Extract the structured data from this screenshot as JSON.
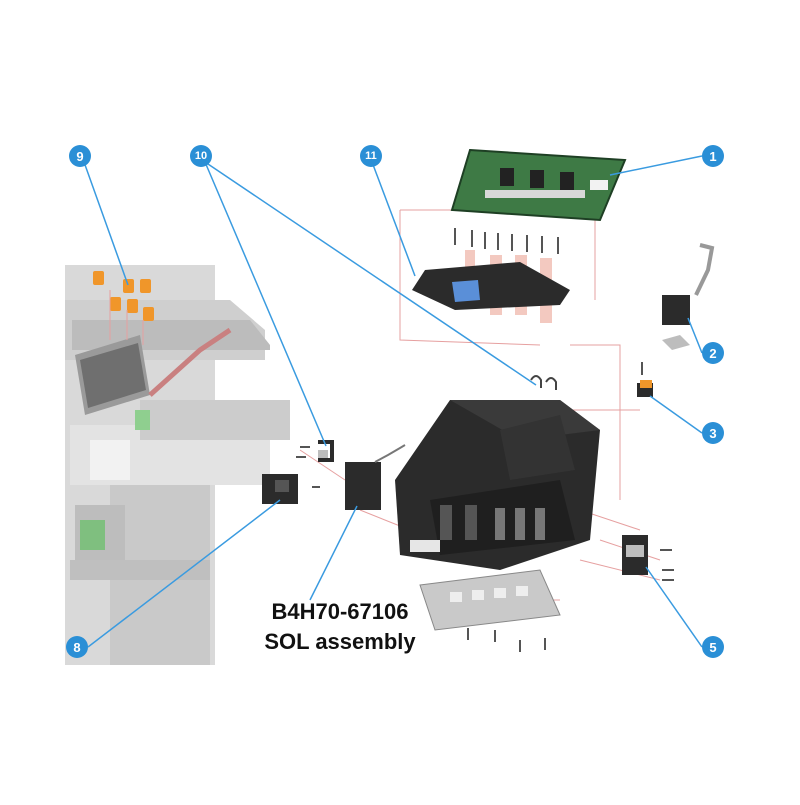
{
  "diagram": {
    "callouts": [
      "1",
      "2",
      "3",
      "5",
      "8",
      "9",
      "10",
      "11"
    ],
    "caption": {
      "part_number": "B4H70-67106",
      "part_name": "SOL assembly"
    },
    "colors": {
      "callout": "#2a8fd6",
      "leader": "#3a9be0",
      "ghost": "#d8d8d8",
      "part_dark": "#2b2b2b",
      "clip_orange": "#f0962a",
      "pcb_green": "#3e7a45",
      "blue_tab": "#5a8fd8",
      "pink_cable": "#f3c9c0",
      "guide_red": "#e6a0a0"
    }
  }
}
